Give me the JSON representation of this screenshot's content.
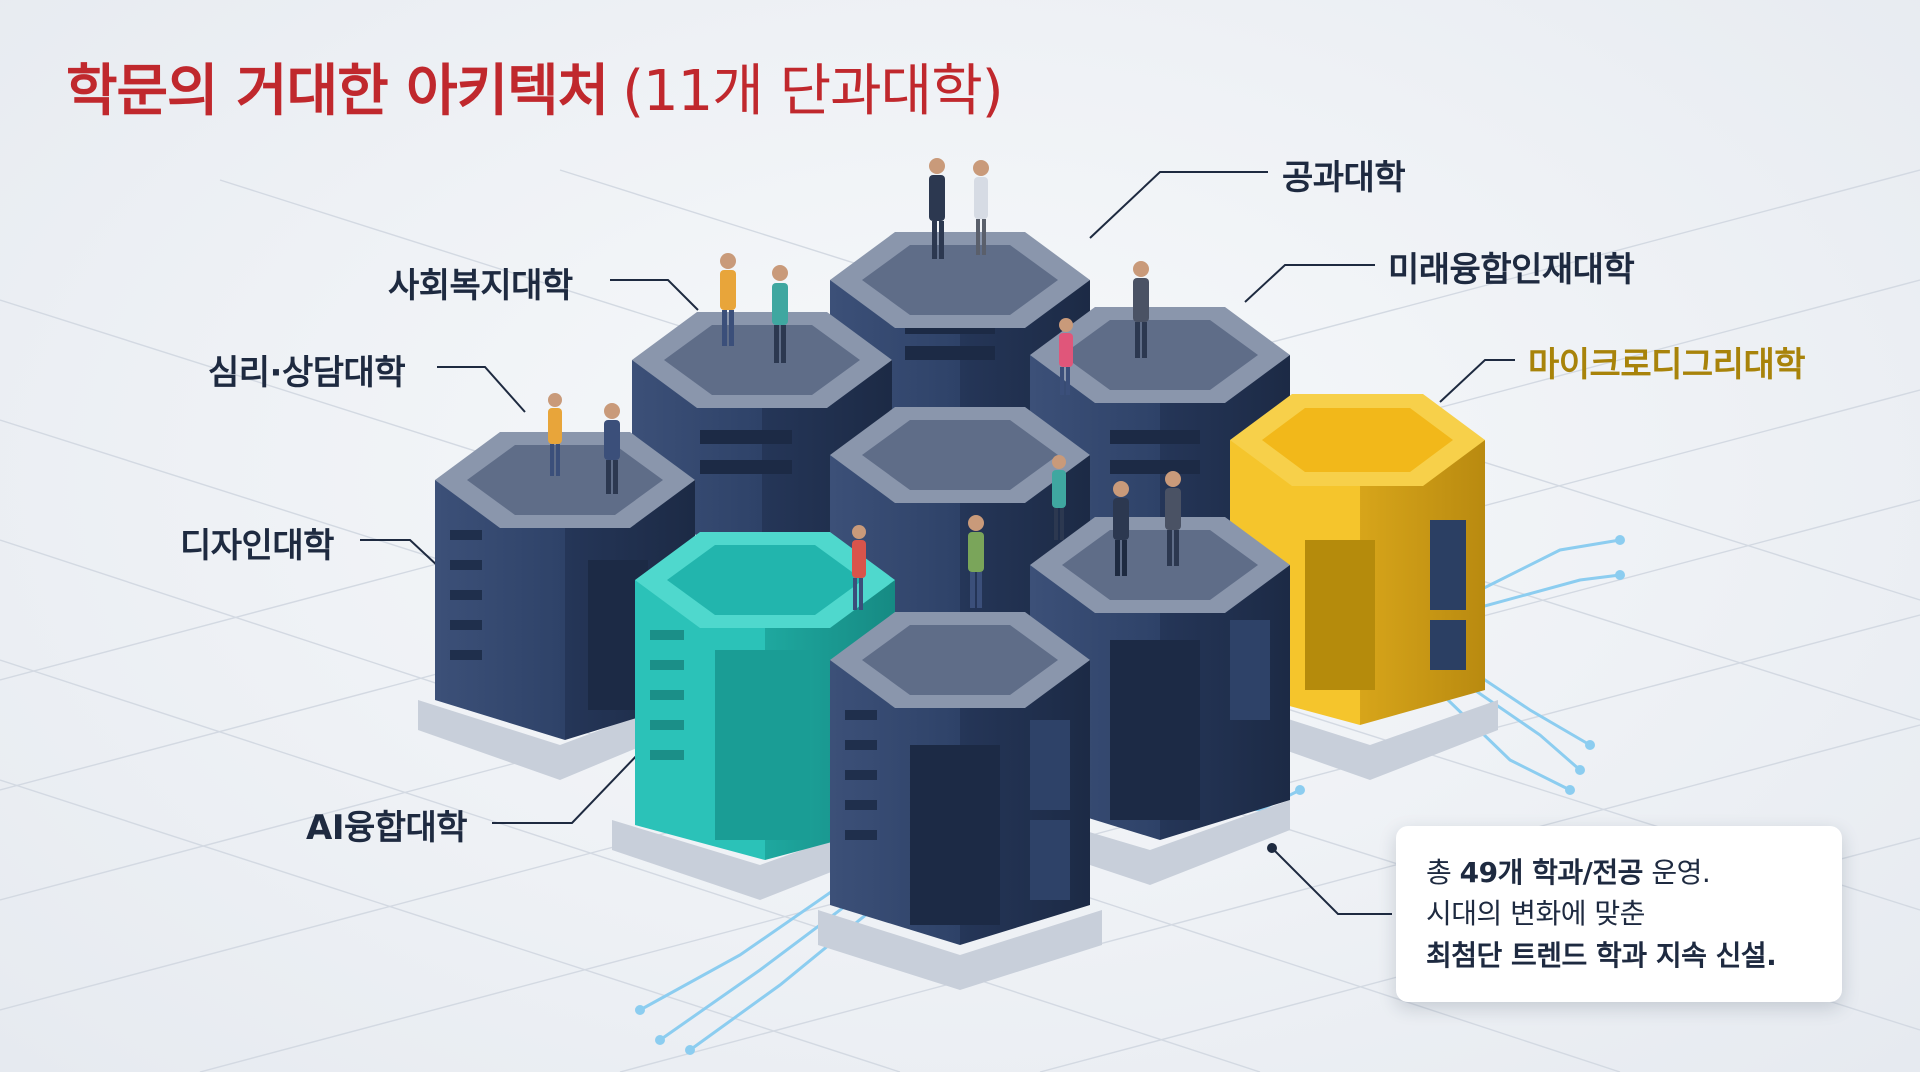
{
  "title": {
    "main": "학문의 거대한 아키텍처",
    "sub": "(11개 단과대학)"
  },
  "colleges": [
    {
      "name": "공과대학"
    },
    {
      "name": "미래융합인재대학"
    },
    {
      "name": "마이크로디그리대학"
    },
    {
      "name": "사회복지대학"
    },
    {
      "name": "심리·상담대학"
    },
    {
      "name": "디자인대학"
    },
    {
      "name": "AI융합대학"
    }
  ],
  "info": {
    "line1_prefix": "총 ",
    "line1_bold": "49개 학과/전공",
    "line1_suffix": " 운영.",
    "line2": "시대의 변화에 맞춘",
    "line3": "최첨단 트렌드 학과 지속 신설."
  },
  "colors": {
    "title_red": "#c0282d",
    "tower_navy": "#2b3f63",
    "tower_teal": "#22b5ad",
    "tower_gold": "#f2c22e",
    "label_gold": "#a8830a",
    "circuit_blue": "#8ccdf0"
  }
}
